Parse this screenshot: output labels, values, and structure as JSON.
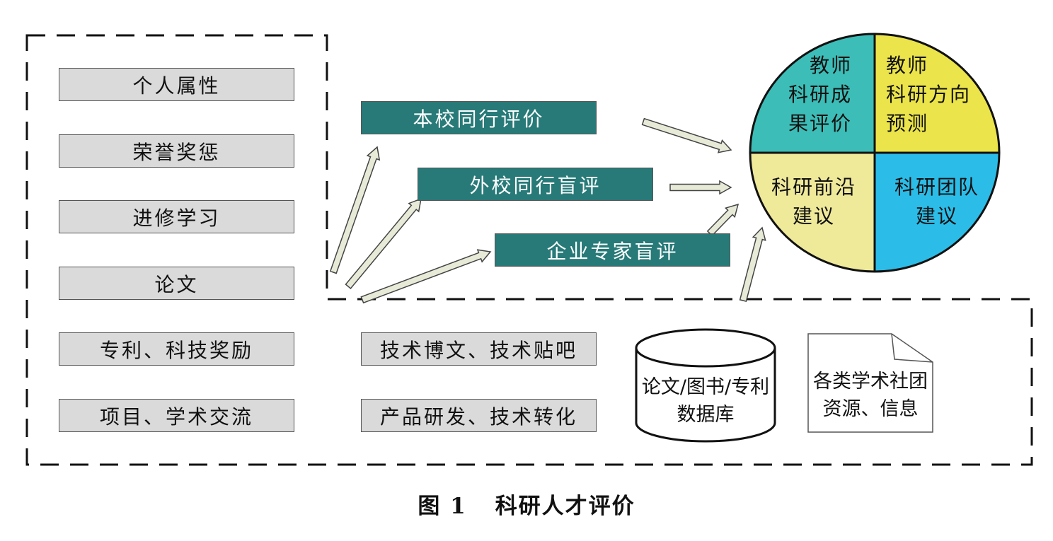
{
  "left_column": [
    "个人属性",
    "荣誉奖惩",
    "进修学习",
    "论文",
    "专利、科技奖励",
    "项目、学术交流"
  ],
  "middle_bottom": [
    "技术博文、技术贴吧",
    "产品研发、技术转化"
  ],
  "evaluations": [
    "本校同行评价",
    "外校同行盲评",
    "企业专家盲评"
  ],
  "database_label": "论文/图书/专利\n数据库",
  "document_label": "各类学术社团\n资源、信息",
  "circle": {
    "top_left": "教师\n科研成\n果评价",
    "top_right": "教师\n科研方向\n预测",
    "bottom_left": "科研前沿\n建议",
    "bottom_right": "科研团队\n建议"
  },
  "caption": {
    "figure": "图 1",
    "title": "科研人才评价"
  },
  "colors": {
    "grey_box": "#dadada",
    "teal_box": "#277a78",
    "quad_top_left": "#3dbdb7",
    "quad_top_right": "#ebe44a",
    "quad_bottom_left": "#efe99a",
    "quad_bottom_right": "#2bbde8",
    "arrow_fill": "#e8ead8"
  }
}
